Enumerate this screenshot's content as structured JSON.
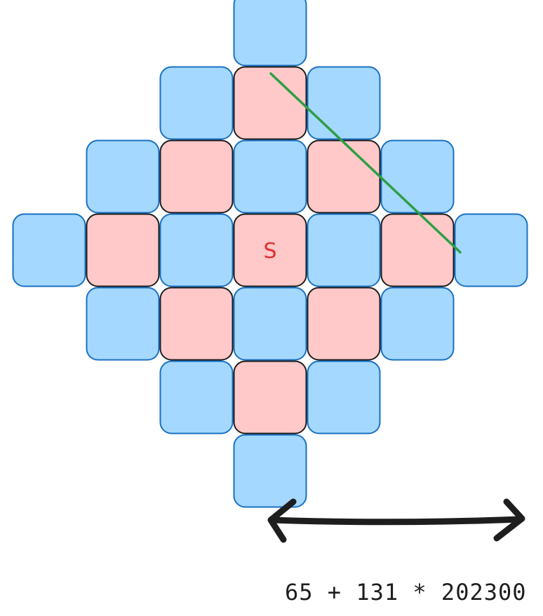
{
  "colors": {
    "blue_fill": "#a5d8ff",
    "blue_stroke": "#1971c2",
    "pink_fill": "#ffc9c9",
    "pink_stroke": "#1e1e1e",
    "green_line": "#2f9e44",
    "arrow": "#1e1e1e",
    "label_red": "#e03131"
  },
  "grid": {
    "rows": [
      [
        "blue"
      ],
      [
        "blue",
        "pink",
        "blue"
      ],
      [
        "blue",
        "pink",
        "blue",
        "pink",
        "blue"
      ],
      [
        "blue",
        "pink",
        "blue",
        "pink",
        "blue",
        "pink",
        "blue"
      ],
      [
        "blue",
        "pink",
        "blue",
        "pink",
        "blue"
      ],
      [
        "blue",
        "pink",
        "blue"
      ],
      [
        "blue"
      ]
    ],
    "center_label": "S"
  },
  "diagonal_line": {
    "color": "green"
  },
  "arrow": {
    "type": "double-headed"
  },
  "formula": "65 + 131 * 202300"
}
